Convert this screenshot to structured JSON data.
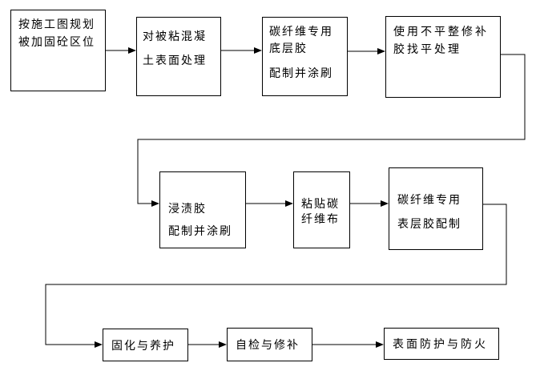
{
  "diagram": {
    "type": "flowchart",
    "background_color": "#ffffff",
    "line_color": "#000000",
    "nodes": [
      {
        "id": "plan-area",
        "lines": [
          "按施工图规划",
          "被加固砼区位"
        ]
      },
      {
        "id": "surface-treat",
        "lines": [
          "对被粘混凝",
          "土表面处理"
        ]
      },
      {
        "id": "primer-adhesive",
        "lines": [
          "碳纤维专用",
          "底层胶",
          "配制并涂刷"
        ]
      },
      {
        "id": "leveling-repair",
        "lines": [
          "使用不平整修补",
          "胶找平处理"
        ]
      },
      {
        "id": "impregnation",
        "lines": [
          "浸渍胶",
          "配制并涂刷"
        ]
      },
      {
        "id": "paste-cfrp",
        "lines": [
          "粘贴碳",
          "纤维布"
        ]
      },
      {
        "id": "topcoat-adhesive",
        "lines": [
          "碳纤维专用",
          "表层胶配制"
        ]
      },
      {
        "id": "curing",
        "lines": [
          "固化与养护"
        ]
      },
      {
        "id": "inspection",
        "lines": [
          "自检与修补"
        ]
      },
      {
        "id": "protection",
        "lines": [
          "表面防护与防火"
        ]
      }
    ],
    "edges": [
      "plan-area -> surface-treat",
      "surface-treat -> primer-adhesive",
      "primer-adhesive -> leveling-repair",
      "leveling-repair -> impregnation",
      "impregnation -> paste-cfrp",
      "paste-cfrp -> topcoat-adhesive",
      "topcoat-adhesive -> curing",
      "curing -> inspection",
      "inspection -> protection"
    ]
  }
}
